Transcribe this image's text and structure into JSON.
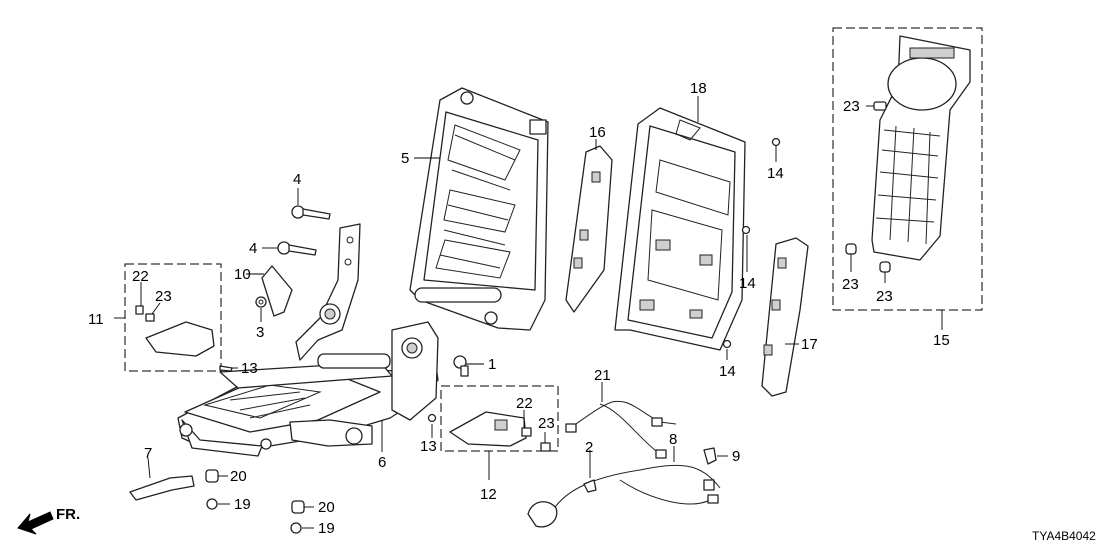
{
  "diagram_code": "TYA4B4042",
  "front_marker": "FR.",
  "callouts": [
    "1",
    "2",
    "3",
    "4",
    "4",
    "5",
    "6",
    "7",
    "8",
    "9",
    "10",
    "11",
    "12",
    "13",
    "13",
    "14",
    "14",
    "14",
    "15",
    "16",
    "17",
    "18",
    "19",
    "19",
    "20",
    "20",
    "21",
    "22",
    "22",
    "23",
    "23",
    "23",
    "23",
    "23"
  ]
}
